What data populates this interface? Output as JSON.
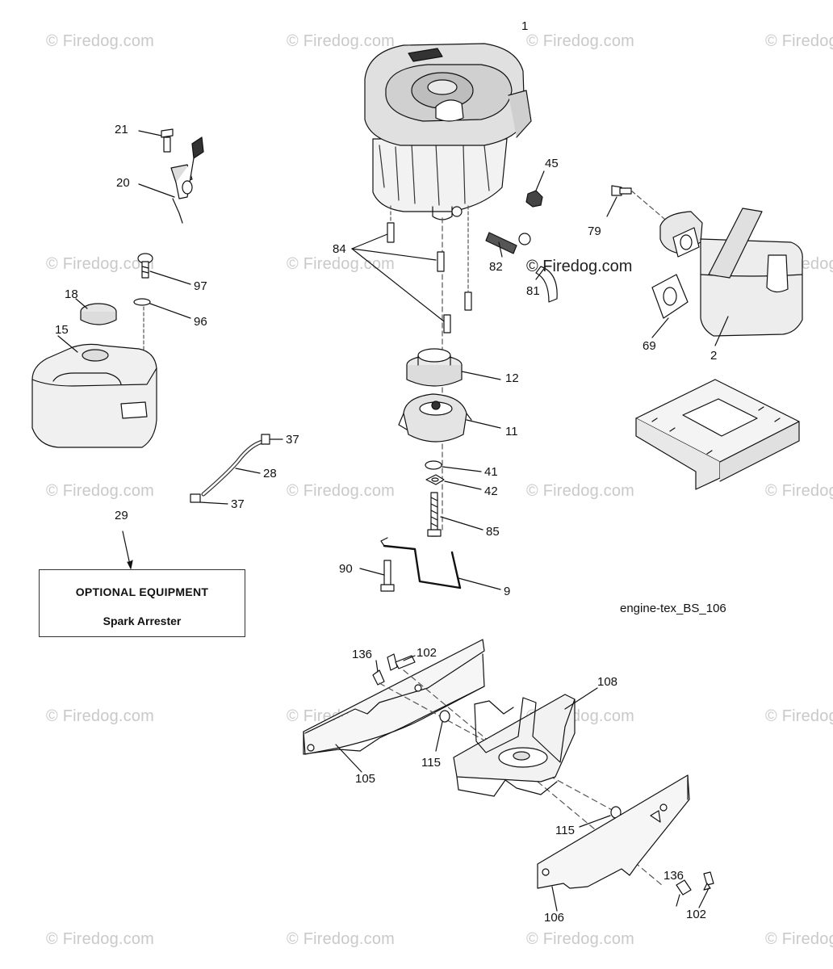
{
  "watermark": {
    "text": "© Firedog.com"
  },
  "diagram_ref": "engine-tex_BS_106",
  "optional_box": {
    "title": "OPTIONAL EQUIPMENT",
    "subtitle": "Spark Arrester"
  },
  "callouts": {
    "c1": "1",
    "c2": "2",
    "c9": "9",
    "c11": "11",
    "c12": "12",
    "c15": "15",
    "c18": "18",
    "c20": "20",
    "c21": "21",
    "c28": "28",
    "c29": "29",
    "c37a": "37",
    "c37b": "37",
    "c41": "41",
    "c42": "42",
    "c45": "45",
    "c69": "69",
    "c79": "79",
    "c81": "81",
    "c82": "82",
    "c84": "84",
    "c85": "85",
    "c90": "90",
    "c96": "96",
    "c97": "97",
    "c102a": "102",
    "c102b": "102",
    "c105": "105",
    "c106": "106",
    "c108": "108",
    "c115a": "115",
    "c115b": "115",
    "c136a": "136",
    "c136b": "136"
  }
}
